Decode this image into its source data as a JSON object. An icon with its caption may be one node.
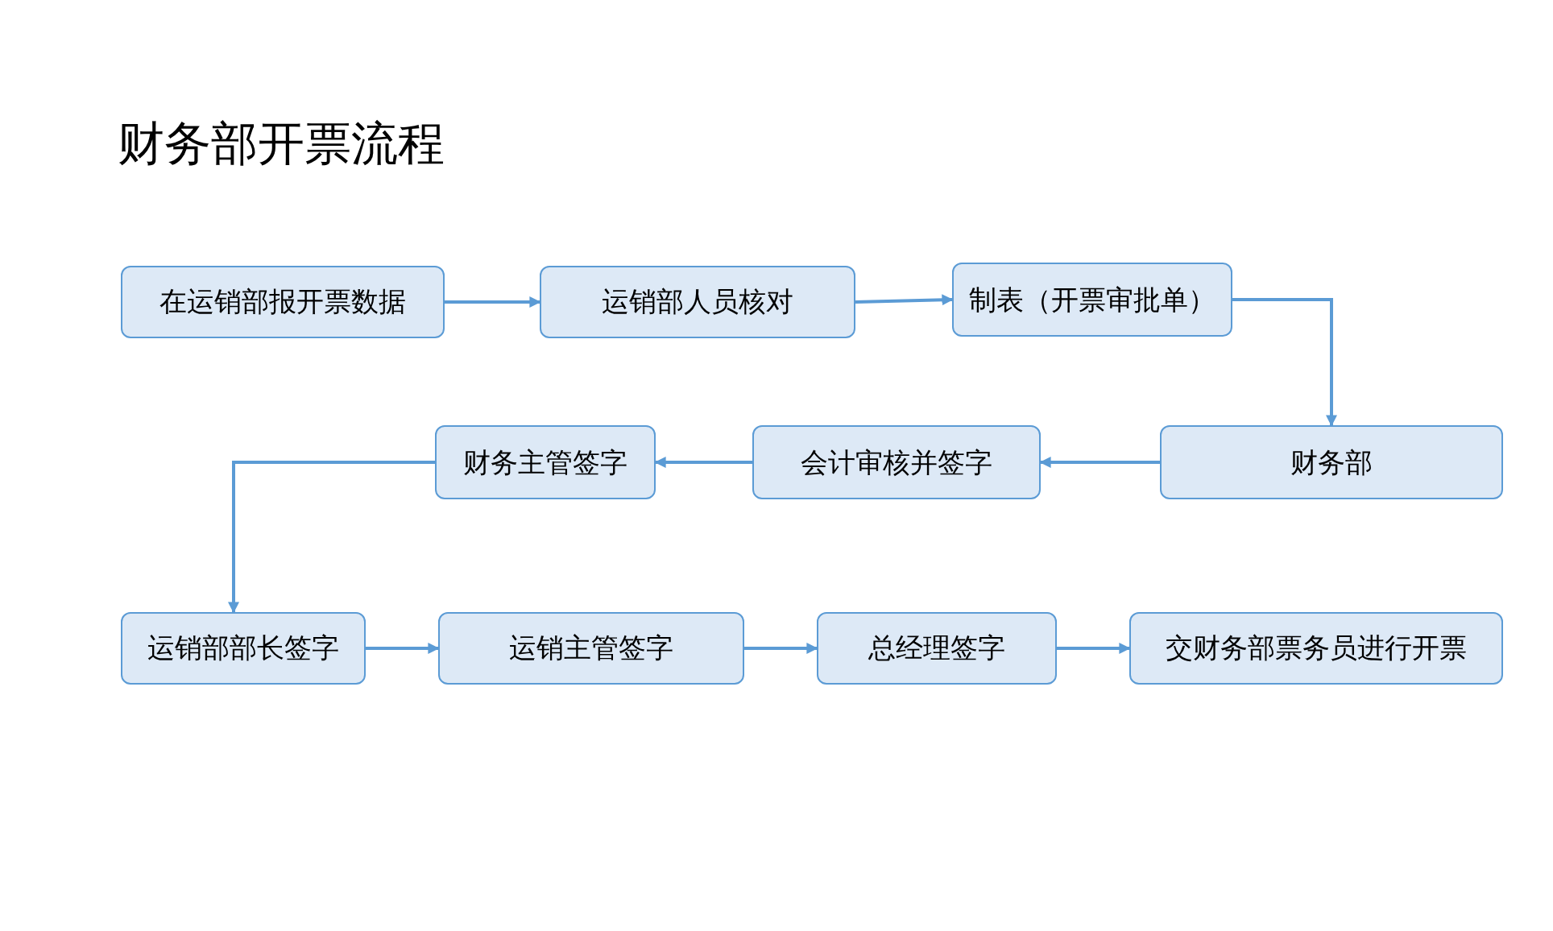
{
  "diagram": {
    "title": "财务部开票流程",
    "nodes": [
      {
        "text": [
          "在运销部报开票数据"
        ]
      },
      {
        "text": [
          "运销部人员核对"
        ]
      },
      {
        "text": [
          "制表（开票审批单）"
        ]
      },
      {
        "text": [
          "财务部"
        ]
      },
      {
        "text": [
          "会计审核并签字"
        ]
      },
      {
        "text": [
          "财务主管签字"
        ]
      },
      {
        "text": [
          "运销部部长签字"
        ]
      },
      {
        "text": [
          "运销主管签字"
        ]
      },
      {
        "text": [
          "总经理签字"
        ]
      },
      {
        "text": [
          "交财务部票务员进行开票"
        ]
      }
    ],
    "edges": [
      {
        "from": 0,
        "to": 1,
        "arrow": "to"
      },
      {
        "from": 1,
        "to": 2,
        "arrow": "to"
      },
      {
        "from": 2,
        "to": 3,
        "arrow": "to"
      },
      {
        "from": 3,
        "to": 4,
        "arrow": "to"
      },
      {
        "from": 4,
        "to": 5,
        "arrow": "to"
      },
      {
        "from": 5,
        "to": 6,
        "arrow": "to"
      },
      {
        "from": 6,
        "to": 7,
        "arrow": "to"
      },
      {
        "from": 7,
        "to": 8,
        "arrow": "to"
      },
      {
        "from": 8,
        "to": 9,
        "arrow": "to"
      }
    ]
  }
}
